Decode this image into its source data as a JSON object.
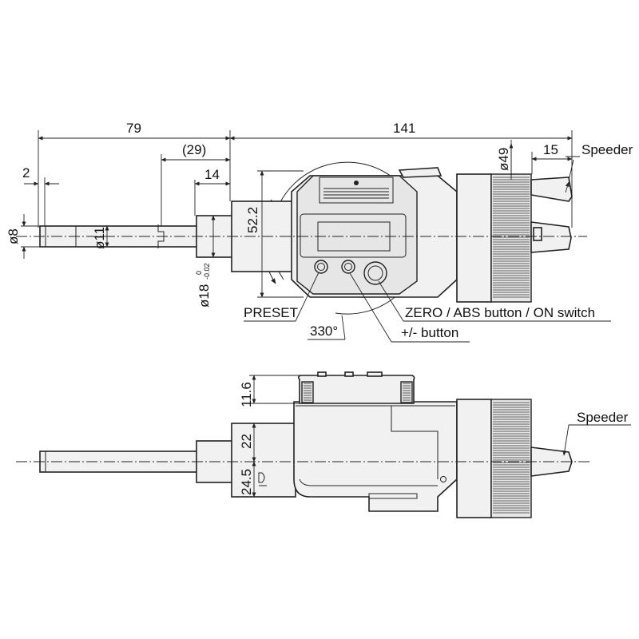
{
  "dimensions": {
    "d79": "79",
    "d141": "141",
    "d29": "(29)",
    "d2": "2",
    "d14": "14",
    "d15": "15",
    "dia49": "ø49",
    "dia8": "ø8",
    "dia11": "ø11",
    "dia18": "ø18",
    "tol_upper": "0",
    "tol_lower": "-0.02",
    "d52_2": "52.2",
    "angle330": "330°",
    "d11_6": "11.6",
    "d22": "22",
    "d24_5": "24.5"
  },
  "labels": {
    "speeder_top": "Speeder",
    "speeder_side": "Speeder",
    "preset": "PRESET",
    "zero_abs": "ZERO / ABS button / ON switch",
    "plus_minus": "+/- button"
  }
}
